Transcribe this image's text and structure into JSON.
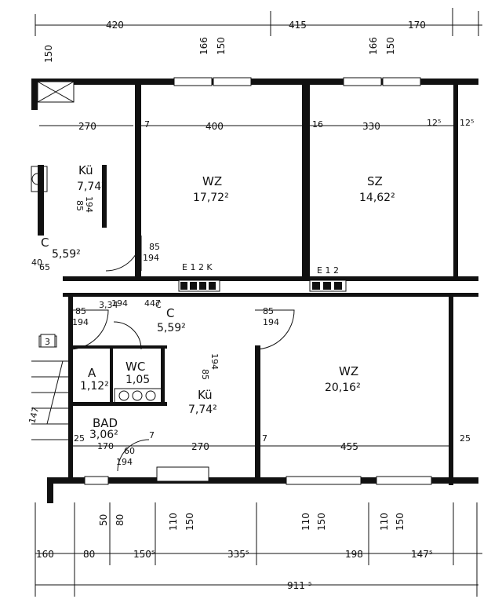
{
  "rooms": {
    "wz_upper": {
      "name": "WZ",
      "area": "17,72²"
    },
    "sz": {
      "name": "SZ",
      "area": "14,62²"
    },
    "kue_upper": {
      "name": "Kü",
      "area": "7,74²"
    },
    "c_upper": {
      "name": "C",
      "area": "5,59²"
    },
    "c_lower": {
      "name": "C",
      "area": "5,59²"
    },
    "wz_lower": {
      "name": "WZ",
      "area": "20,16²"
    },
    "kue_lower": {
      "name": "Kü",
      "area": "7,74²"
    },
    "a": {
      "name": "A",
      "area": "1,12²"
    },
    "wc": {
      "name": "WC",
      "area": "1,05"
    },
    "bad": {
      "name": "BAD",
      "area": "3,06²"
    }
  },
  "top_dims": [
    "420",
    "415",
    "170"
  ],
  "inner_dims": {
    "upper": [
      "270",
      "400",
      "330",
      "12⁵",
      "12⁵",
      "7",
      "16"
    ],
    "lower": [
      "25",
      "270",
      "455",
      "25",
      "7",
      "7"
    ]
  },
  "door_dims": [
    {
      "w": "85",
      "h": "194"
    },
    {
      "w": "85",
      "h": "194"
    },
    {
      "w": "85",
      "h": "194"
    },
    {
      "w": "85",
      "h": "194"
    },
    {
      "w": "85",
      "h": "194"
    },
    {
      "w": "60",
      "h": "194"
    },
    {
      "w": "65",
      "h": "194"
    }
  ],
  "window_dims_top": [
    "150",
    "166",
    "150",
    "166",
    "150"
  ],
  "window_dims_bottom": [
    "50",
    "80",
    "110",
    "150",
    "110",
    "150",
    "110",
    "150"
  ],
  "bottom_dims": [
    "160",
    "80",
    "150⁵",
    "335⁵",
    "198",
    "147⁵"
  ],
  "total_dim": "911 ⁵",
  "labels": {
    "e12k": "E 1 2 K",
    "e12": "E 1 2",
    "stair_no": "3",
    "c_small": "C",
    "area_small": "3,34",
    "dim_447": "447",
    "dim_470": "170",
    "dim_40": "40",
    "dim_147": "147"
  }
}
